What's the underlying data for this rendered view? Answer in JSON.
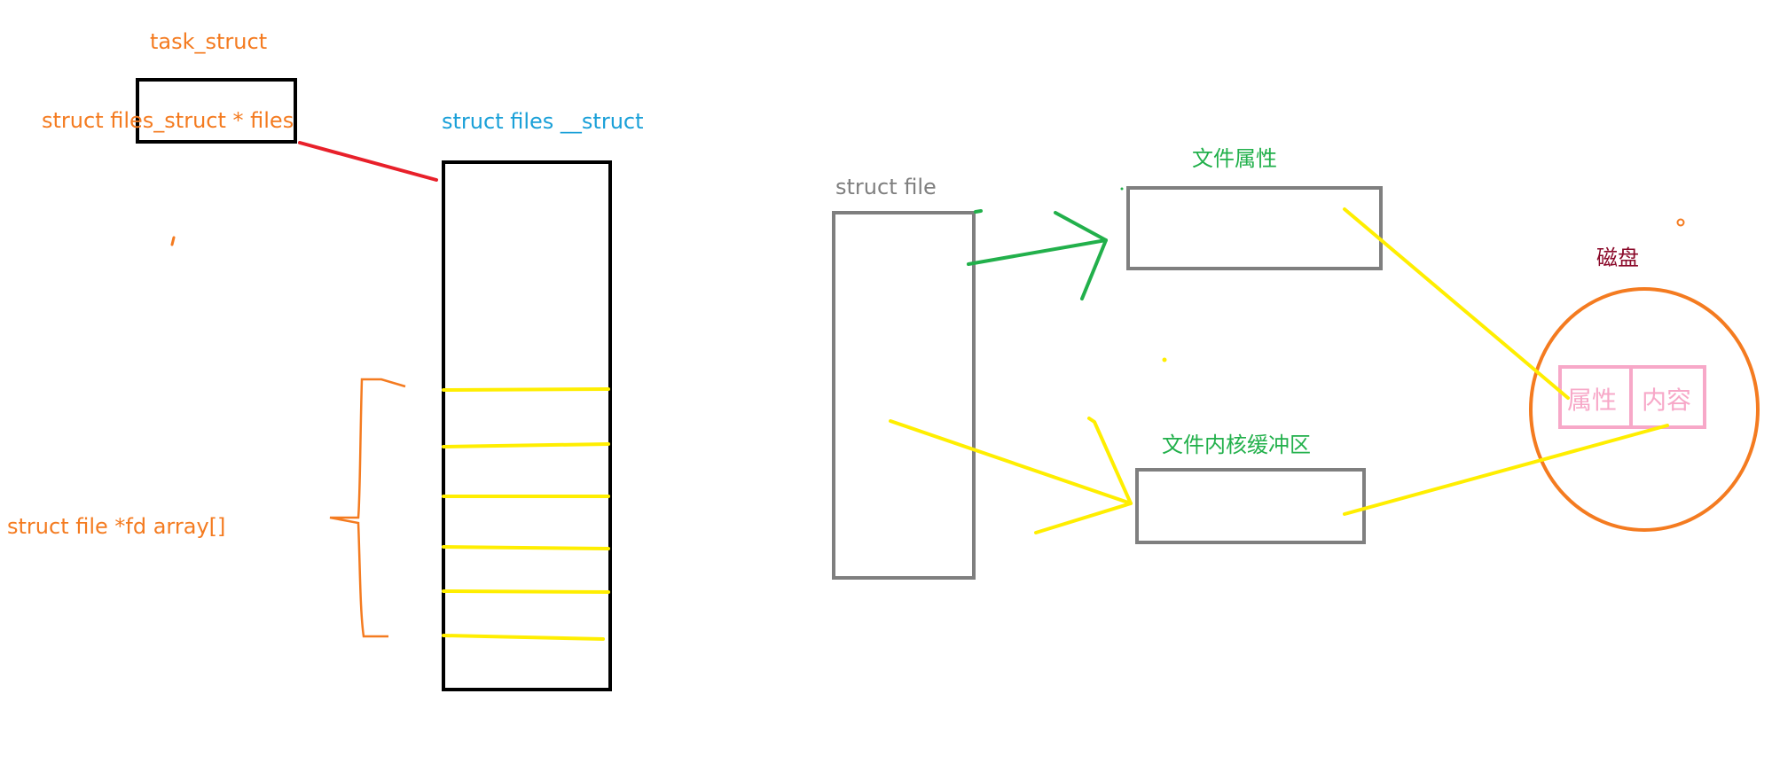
{
  "labels": {
    "task_struct": "task_struct",
    "files_ptr": "struct files_struct * files",
    "files_struct": "struct files __struct",
    "fd_array": "struct file *fd  array[]",
    "struct_file": "struct  file",
    "file_attr": "文件属性",
    "kernel_buffer": "文件内核缓冲区",
    "disk": "磁盘",
    "disk_attr": "属性",
    "disk_content": "内容"
  },
  "colors": {
    "orange": "#f47b20",
    "blue": "#1aa0d8",
    "green": "#22b04b",
    "gray": "#7f7f7f",
    "dark_red": "#8b0a2a",
    "pink": "#f7a8c8",
    "yellow": "#ffee00",
    "red": "#e8202a",
    "black": "#000000"
  }
}
